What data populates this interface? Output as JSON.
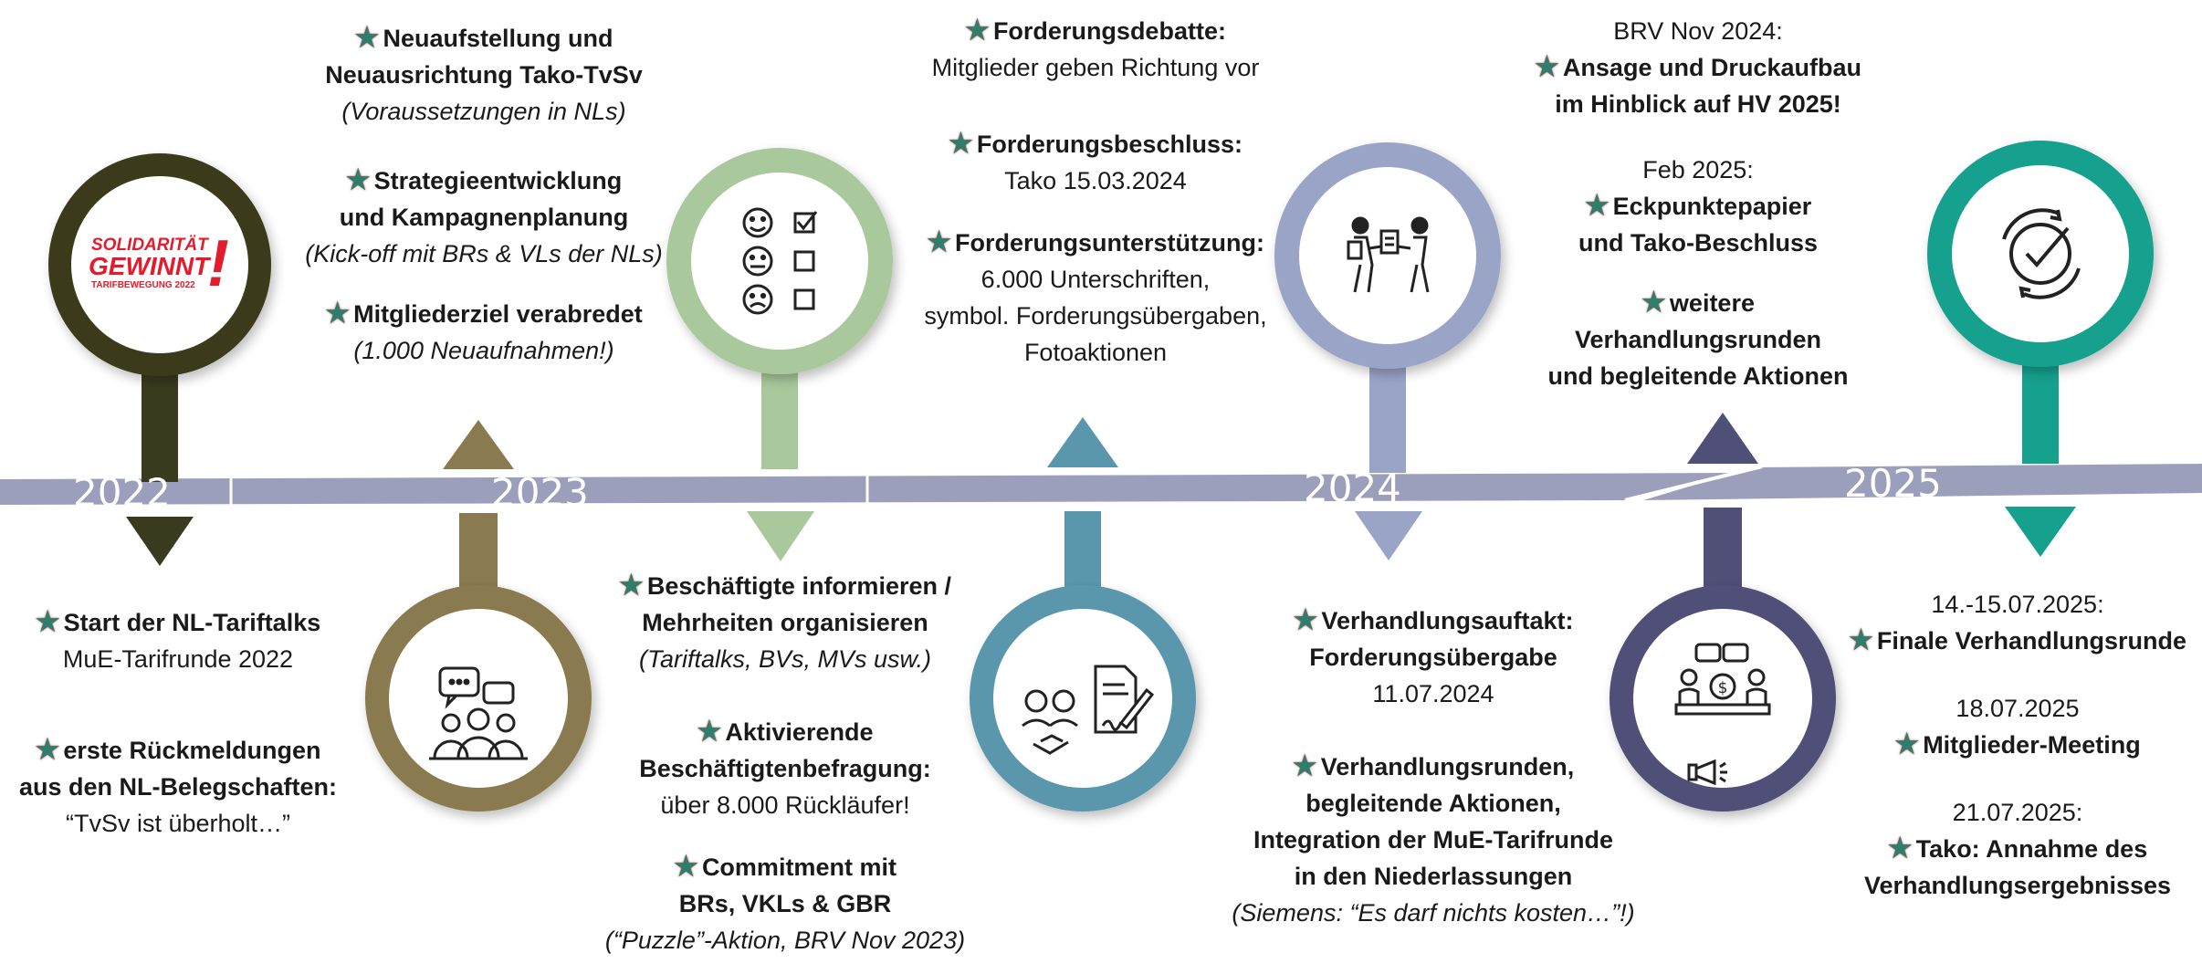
{
  "colors": {
    "olive_dark": "#3a3a1e",
    "bronze": "#8a7a50",
    "sage": "#a9c99c",
    "teal_blue": "#5a97ad",
    "lavender": "#9aa4c6",
    "navy_gray": "#4f4f78",
    "teal": "#16a08e",
    "timeline": "#9b9fbb"
  },
  "years": [
    "2022",
    "2023",
    "2024",
    "2025"
  ],
  "logo": {
    "line1": "SOLIDARITÄT",
    "line2": "GEWINNT",
    "line3": "TARIFBEWEGUNG 2022",
    "mark": "!"
  },
  "blocks": {
    "b1": {
      "s1": "Neuaufstellung und",
      "s2": "Neuausrichtung Tako-TvSv",
      "s3": "(Voraussetzungen in NLs)"
    },
    "b2": {
      "s1": "Strategieentwicklung",
      "s2": "und Kampagnenplanung",
      "s3": "(Kick-off mit BRs & VLs der NLs)"
    },
    "b3": {
      "s1": "Mitgliederziel verabredet",
      "s2": "(1.000 Neuaufnahmen!)"
    },
    "b4": {
      "s1": "Forderungsdebatte:",
      "s2": "Mitglieder geben Richtung vor"
    },
    "b5": {
      "s1": "Forderungsbeschluss:",
      "s2": "Tako 15.03.2024"
    },
    "b6": {
      "s1": "Forderungsunterstützung:",
      "s2": "6.000 Unterschriften,",
      "s3": "symbol. Forderungsübergaben,",
      "s4": "Fotoaktionen"
    },
    "b7": {
      "s1": "BRV Nov 2024:",
      "s2": "Ansage und Druckaufbau",
      "s3": "im Hinblick auf HV 2025!"
    },
    "b8": {
      "s1": "Feb 2025:",
      "s2": "Eckpunktepapier",
      "s3": "und Tako-Beschluss"
    },
    "b9": {
      "s1": "weitere",
      "s2": "Verhandlungsrunden",
      "s3": "und begleitende Aktionen"
    },
    "b10": {
      "s1": "Start der NL-Tariftalks",
      "s2": "MuE-Tarifrunde 2022"
    },
    "b11": {
      "s1": "erste Rückmeldungen",
      "s2": "aus den NL-Belegschaften:",
      "s3": "“TvSv ist überholt…”"
    },
    "b12": {
      "s1": "Beschäftigte informieren /",
      "s2": "Mehrheiten organisieren",
      "s3": "(Tariftalks, BVs, MVs usw.)"
    },
    "b13": {
      "s1": "Aktivierende",
      "s2": "Beschäftigtenbefragung:",
      "s3": "über 8.000 Rückläufer!"
    },
    "b14": {
      "s1": "Commitment mit",
      "s2": "BRs, VKLs & GBR",
      "s3": "(“Puzzle”-Aktion, BRV Nov 2023)"
    },
    "b15": {
      "s1": "Verhandlungsauftakt:",
      "s2": "Forderungsübergabe",
      "s3": "11.07.2024"
    },
    "b16": {
      "s1": "Verhandlungsrunden,",
      "s2": "begleitende Aktionen,",
      "s3": "Integration der MuE-Tarifrunde",
      "s4": "in den Niederlassungen",
      "s5": "(Siemens: “Es darf nichts kosten…”!)"
    },
    "b17": {
      "s1": "14.-15.07.2025:",
      "s2": "Finale Verhandlungsrunde"
    },
    "b18": {
      "s1": "18.07.2025",
      "s2": "Mitglieder-Meeting"
    },
    "b19": {
      "s1": "21.07.2025:",
      "s2": "Tako: Annahme des",
      "s3": "Verhandlungsergebnisses"
    }
  },
  "star": "★"
}
